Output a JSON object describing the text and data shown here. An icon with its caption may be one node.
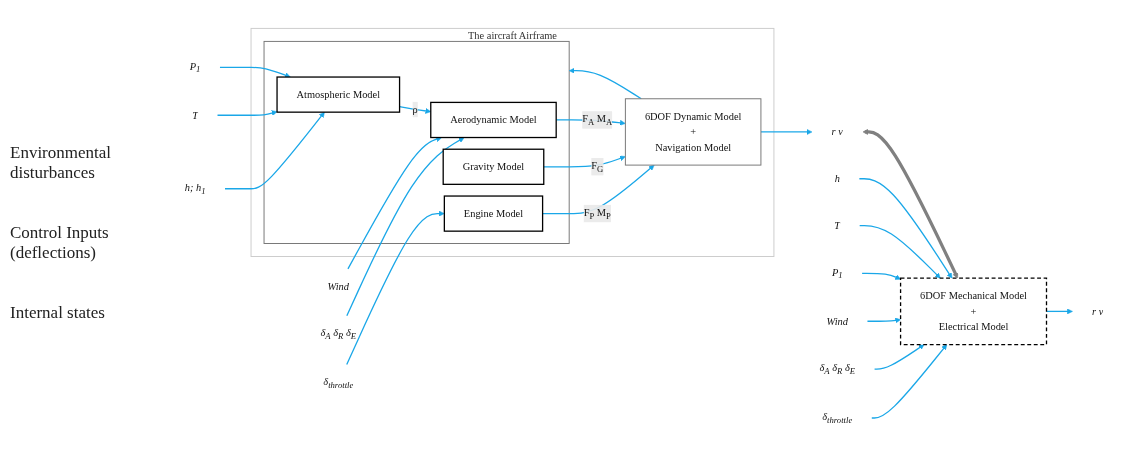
{
  "diagram": {
    "nodes": [
      {
        "text": [
          "h; h$_{1}$"
        ]
      },
      {
        "text": [
          "T"
        ]
      },
      {
        "text": [
          "P$_{1}$"
        ]
      },
      {
        "text": [
          "Wind"
        ]
      },
      {
        "text": [
          "δ$_{A}$ δ$_{R}$ δ$_{E}$"
        ]
      },
      {
        "text": [
          "δ$_{throttle}$"
        ]
      },
      {
        "text": [
          "The aircraft Airframe"
        ]
      },
      {
        "text": [],
        "shape": "box",
        "in": 6
      },
      {
        "text": [
          "Atmospheric Model"
        ],
        "in": 7
      },
      {
        "text": [
          "Aerodynamic Model"
        ],
        "in": 7
      },
      {
        "text": [
          "Engine Model"
        ],
        "in": 7
      },
      {
        "text": [
          "Gravity Model"
        ],
        "in": 7
      },
      {
        "text": [
          "6DOF Dynamic Model",
          "+",
          "Navigation Model"
        ],
        "in": 6
      },
      {
        "text": [
          "r v"
        ]
      },
      {
        "text": [
          "h"
        ]
      },
      {
        "text": [
          "T"
        ]
      },
      {
        "text": [
          "P$_{1}$"
        ]
      },
      {
        "text": [
          "Wind"
        ]
      },
      {
        "text": [
          "δ$_{A}$ δ$_{R}$ δ$_{E}$"
        ]
      },
      {
        "text": [
          "δ$_{throttle}$"
        ]
      },
      {
        "text": [
          "6DOF Mechanical Model",
          "+",
          "Electrical Model"
        ]
      },
      {
        "text": [
          "r v"
        ]
      }
    ],
    "edges": [
      {
        "from": 0,
        "to": 8,
        "arrow": "to"
      },
      {
        "from": 1,
        "to": 8,
        "arrow": "to"
      },
      {
        "from": 2,
        "to": 8,
        "arrow": "to"
      },
      {
        "from": 3,
        "to": 9,
        "arrow": "to"
      },
      {
        "from": 4,
        "to": 9,
        "arrow": "to"
      },
      {
        "from": 5,
        "to": 10,
        "arrow": "to"
      },
      {
        "from": 8,
        "to": 9,
        "arrow": "to",
        "label": "ρ"
      },
      {
        "from": 9,
        "to": 12,
        "arrow": "to",
        "label": "F$_{A}$ M$_{A}$"
      },
      {
        "from": 10,
        "to": 12,
        "arrow": "to",
        "label": "F$_{P}$ M$_{P}$"
      },
      {
        "from": 11,
        "to": 12,
        "arrow": "to",
        "label": "F$_{G}$"
      },
      {
        "from": 12,
        "to": 7,
        "arrow": "to"
      },
      {
        "from": 12,
        "to": 13,
        "arrow": "to"
      },
      {
        "from": 13,
        "to": 20,
        "arrow": "both",
        "style": "thick",
        "color": "#808080"
      },
      {
        "from": 14,
        "to": 20,
        "arrow": "to"
      },
      {
        "from": 15,
        "to": 20,
        "arrow": "to"
      },
      {
        "from": 16,
        "to": 20,
        "arrow": "to"
      },
      {
        "from": 17,
        "to": 20,
        "arrow": "to"
      },
      {
        "from": 18,
        "to": 20,
        "arrow": "to"
      },
      {
        "from": 19,
        "to": 20,
        "arrow": "to"
      },
      {
        "from": 20,
        "to": 21,
        "arrow": "to"
      }
    ],
    "labels": [
      "Environmental disturbances",
      "Control Inputs (deflections)",
      "Internal states"
    ]
  }
}
